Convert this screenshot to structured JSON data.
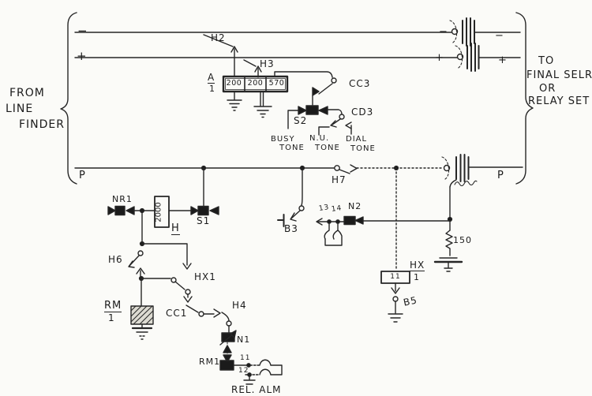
{
  "notes": {
    "from": [
      "FROM",
      "LINE",
      "FINDER"
    ],
    "to": [
      "TO",
      "FINAL SELR",
      "OR",
      "RELAY SET"
    ]
  },
  "polarity": {
    "minus_left": "−",
    "plus_left": "+",
    "minus_jack": "−",
    "minus_right": "−",
    "plus_jack": "+",
    "plus_right": "+"
  },
  "p_wire": {
    "left": "P",
    "right": "P"
  },
  "contacts": {
    "h2": "H2",
    "h3": "H3",
    "cc3": "CC3",
    "s2": "S2",
    "cd3": "CD3",
    "h7": "H7",
    "nr1": "NR1",
    "s1": "S1",
    "b3": "B3",
    "n2": "N2",
    "h6": "H6",
    "hx1": "HX1",
    "cc1": "CC1",
    "h4": "H4",
    "n1": "N1",
    "rm1": "RM1",
    "b5": "B5"
  },
  "relays": {
    "a": {
      "name": "A",
      "sub": "1"
    },
    "h": {
      "name": "H",
      "coil": "2000"
    },
    "rm": {
      "name": "RM",
      "sub": "1"
    },
    "hx": {
      "name": "HX",
      "sub": "1",
      "contact_no": "11"
    }
  },
  "resistors": {
    "bank": [
      "200",
      "200",
      "570"
    ],
    "r150": "150"
  },
  "tones": {
    "busy": [
      "BUSY",
      "TONE"
    ],
    "nu": [
      "N.U.",
      "TONE"
    ],
    "dial": [
      "DIAL",
      "TONE"
    ]
  },
  "terminals": {
    "t11": "11",
    "t12": "12",
    "t13": "13",
    "t14": "14"
  },
  "alarm": "REL. ALM"
}
